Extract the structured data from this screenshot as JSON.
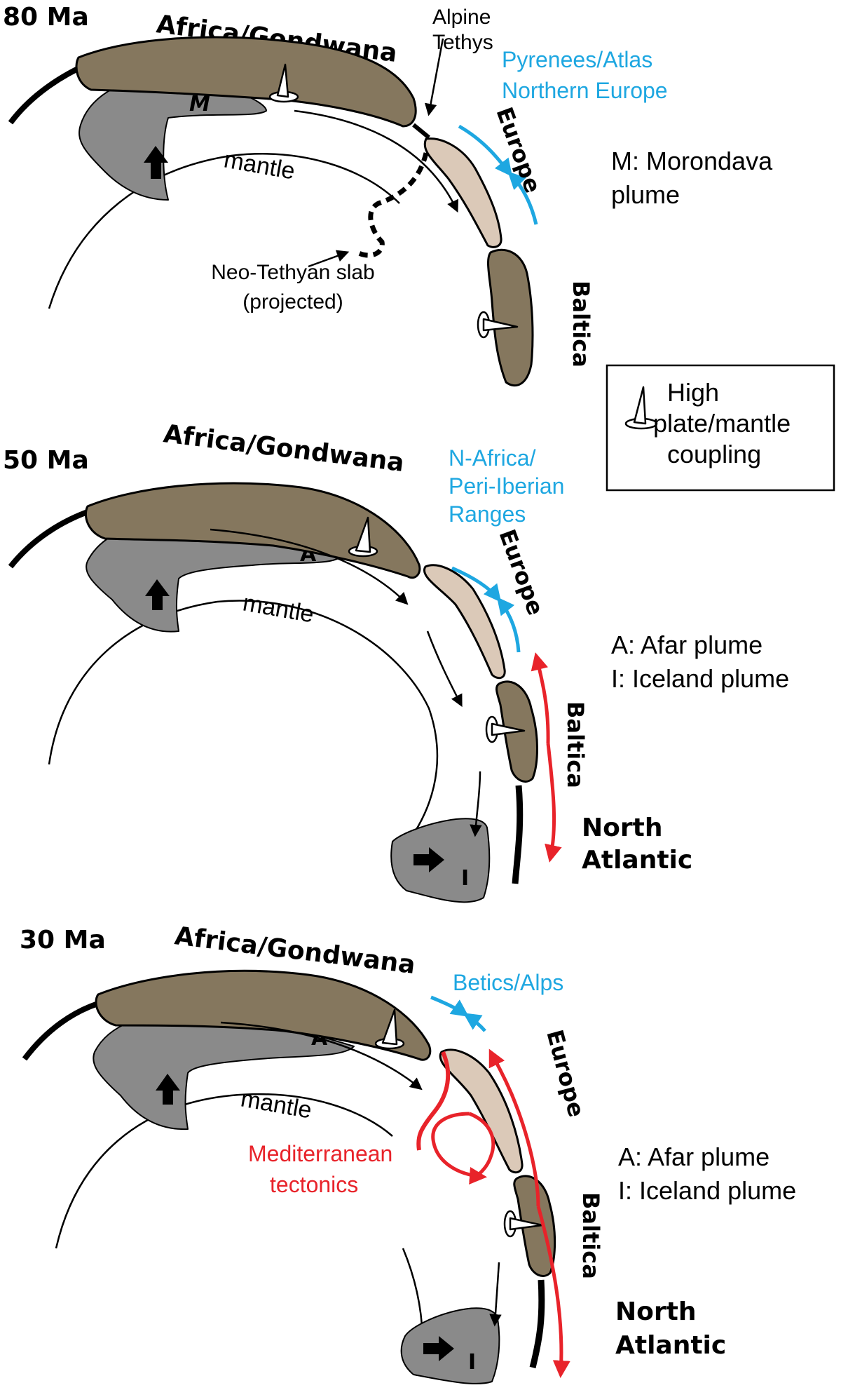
{
  "legend": {
    "line1": "High",
    "line2": "plate/mantle",
    "line3": "coupling"
  },
  "panels": [
    {
      "age": "80 Ma",
      "africa": "Africa/Gondwana",
      "alpine_line1": "Alpine",
      "alpine_line2": "Tethys",
      "blue_line1": "Pyrenees/Atlas",
      "blue_line2": "Northern Europe",
      "europe": "Europe",
      "baltica": "Baltica",
      "mantle": "mantle",
      "plume_letter": "M",
      "slab_line1": "Neo-Tethyan slab",
      "slab_line2": "(projected)",
      "key_line1": "M: Morondava",
      "key_line2": "plume"
    },
    {
      "age": "50 Ma",
      "africa": "Africa/Gondwana",
      "blue_line1": "N-Africa/",
      "blue_line2": "Peri-Iberian",
      "blue_line3": "Ranges",
      "europe": "Europe",
      "baltica": "Baltica",
      "mantle": "mantle",
      "plume_letter": "A",
      "plume2_letter": "I",
      "north_line1": "North",
      "north_line2": "Atlantic",
      "key_line1": "A: Afar plume",
      "key_line2": "I: Iceland plume"
    },
    {
      "age": "30 Ma",
      "africa": "Africa/Gondwana",
      "blue_line1": "Betics/Alps",
      "europe": "Europe",
      "baltica": "Baltica",
      "mantle": "mantle",
      "plume_letter": "A",
      "plume2_letter": "I",
      "red_line1": "Mediterranean",
      "red_line2": "tectonics",
      "north_line1": "North",
      "north_line2": "Atlantic",
      "key_line1": "A: Afar plume",
      "key_line2": "I: Iceland plume"
    }
  ]
}
